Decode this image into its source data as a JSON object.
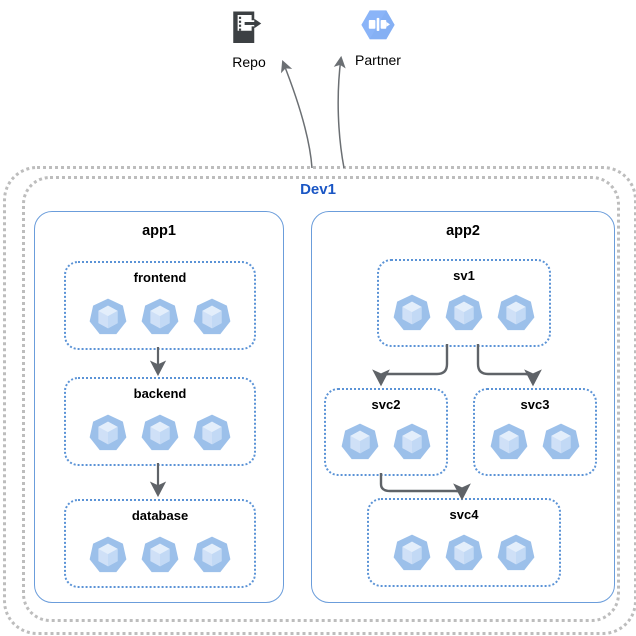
{
  "diagram": {
    "title": "Dev1",
    "environment": {
      "name": "Dev1",
      "label_color": "#1a56c4",
      "boundary_color": "#bdbdbd"
    },
    "external_nodes": [
      {
        "id": "repo",
        "label": "Repo",
        "icon": "repository-icon",
        "icon_color": "#3c4043"
      },
      {
        "id": "partner",
        "label": "Partner",
        "icon": "partner-interconnect-icon",
        "icon_color": "#8ab4f8"
      }
    ],
    "applications": [
      {
        "id": "app1",
        "label": "app1",
        "services": [
          {
            "id": "frontend",
            "label": "frontend",
            "pod_count": 3
          },
          {
            "id": "backend",
            "label": "backend",
            "pod_count": 3
          },
          {
            "id": "database",
            "label": "database",
            "pod_count": 3
          }
        ]
      },
      {
        "id": "app2",
        "label": "app2",
        "services": [
          {
            "id": "sv1",
            "label": "sv1",
            "pod_count": 3
          },
          {
            "id": "svc2",
            "label": "svc2",
            "pod_count": 2
          },
          {
            "id": "svc3",
            "label": "svc3",
            "pod_count": 2
          },
          {
            "id": "svc4",
            "label": "svc4",
            "pod_count": 3
          }
        ]
      }
    ],
    "connections": [
      {
        "from": "frontend",
        "to": "backend"
      },
      {
        "from": "backend",
        "to": "database"
      },
      {
        "from": "sv1",
        "to": "svc2"
      },
      {
        "from": "sv1",
        "to": "svc3"
      },
      {
        "from": "svc2",
        "to": "svc4"
      },
      {
        "from": "Dev1",
        "to": "repo"
      },
      {
        "from": "Dev1",
        "to": "partner"
      }
    ],
    "colors": {
      "pod_outer": "#9cc0ea",
      "pod_inner": "#cfe0f7",
      "app_border": "#6b9ddb",
      "service_border": "#5b93d6",
      "arrow": "#5f6368",
      "env_label": "#1a56c4"
    }
  }
}
